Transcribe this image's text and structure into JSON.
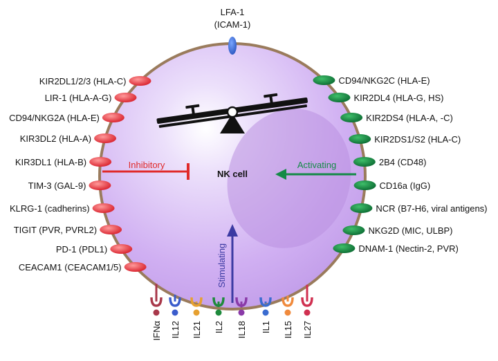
{
  "top_receptor": {
    "line1": "LFA-1",
    "line2": "(ICAM-1)"
  },
  "cell_label": "NK cell",
  "inhibitory_label": "Inhibitory",
  "activating_label": "Activating",
  "stimulating_label": "Stimulating",
  "inhibitory_receptors": [
    "KIR2DL1/2/3 (HLA-C)",
    "LIR-1 (HLA-A-G)",
    "CD94/NKG2A (HLA-E)",
    "KIR3DL2 (HLA-A)",
    "KIR3DL1 (HLA-B)",
    "TIM-3 (GAL-9)",
    "KLRG-1 (cadherins)",
    "TIGIT (PVR, PVRL2)",
    "PD-1 (PDL1)",
    "CEACAM1 (CEACAM1/5)"
  ],
  "activating_receptors": [
    "CD94/NKG2C (HLA-E)",
    "KIR2DL4 (HLA-G, HS)",
    "KIR2DS4 (HLA-A, -C)",
    "KIR2DS1/S2 (HLA-C)",
    "2B4 (CD48)",
    "CD16a (IgG)",
    "NCR (B7-H6, viral antigens)",
    "NKG2D (MIC, ULBP)",
    "DNAM-1 (Nectin-2, PVR)"
  ],
  "cytokine_receptors": [
    {
      "label": "IFNα",
      "color": "#a8384a"
    },
    {
      "label": "IL12",
      "color": "#3a5ccc"
    },
    {
      "label": "IL21",
      "color": "#e6a030"
    },
    {
      "label": "IL2",
      "color": "#1e8a3c"
    },
    {
      "label": "IL18",
      "color": "#8a3aa8"
    },
    {
      "label": "IL1",
      "color": "#3a6cd0"
    },
    {
      "label": "IL15",
      "color": "#f08a3c"
    },
    {
      "label": "IL27",
      "color": "#d03050"
    }
  ],
  "colors": {
    "cell_fill": "#d7b8f4",
    "cell_border": "#9a7b5c",
    "inhibitory": "#e02a2a",
    "activating": "#138a46",
    "stimulating": "#3b3aa2",
    "top_receptor": "#3a6fd1"
  }
}
